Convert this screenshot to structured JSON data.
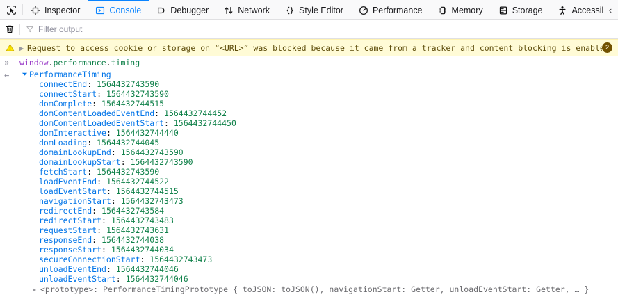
{
  "toolbar": {
    "picker_icon": "element-picker-icon",
    "tabs": [
      {
        "label": "Inspector",
        "icon": "inspector-icon",
        "selected": false
      },
      {
        "label": "Console",
        "icon": "console-icon",
        "selected": true
      },
      {
        "label": "Debugger",
        "icon": "debugger-icon",
        "selected": false
      },
      {
        "label": "Network",
        "icon": "network-icon",
        "selected": false
      },
      {
        "label": "Style Editor",
        "icon": "style-editor-icon",
        "selected": false
      },
      {
        "label": "Performance",
        "icon": "performance-icon",
        "selected": false
      },
      {
        "label": "Memory",
        "icon": "memory-icon",
        "selected": false
      },
      {
        "label": "Storage",
        "icon": "storage-icon",
        "selected": false
      },
      {
        "label": "Accessibility",
        "icon": "accessibility-icon",
        "selected": false
      }
    ],
    "overflow_glyph": "‹",
    "accent_color": "#0a84ff"
  },
  "console_toolbar": {
    "clear_icon": "trash-icon",
    "filter_icon": "filter-icon",
    "filter_placeholder": "Filter output",
    "filter_value": ""
  },
  "messages": {
    "warning": {
      "icon": "warning-triangle-icon",
      "twisty": "▶",
      "text": "Request to access cookie or storage on “<URL>” was blocked because it came from a tracker and content blocking is enabled.",
      "count": "2",
      "badge_color": "#715100",
      "background": "#fffbd6"
    },
    "input": {
      "prompt": "»",
      "expression_parts": [
        {
          "text": "window",
          "color": "#9b3ec8"
        },
        {
          "text": ".",
          "color": "#0c0c0d"
        },
        {
          "text": "performance",
          "color": "#10814a"
        },
        {
          "text": ".",
          "color": "#0c0c0d"
        },
        {
          "text": "timing",
          "color": "#10814a"
        }
      ],
      "expression": "window.performance.timing"
    },
    "result": {
      "return_glyph": "←",
      "twisty": "▾",
      "object_name": "PerformanceTiming",
      "properties": [
        {
          "name": "connectEnd",
          "value": "1564432743590"
        },
        {
          "name": "connectStart",
          "value": "1564432743590"
        },
        {
          "name": "domComplete",
          "value": "1564432744515"
        },
        {
          "name": "domContentLoadedEventEnd",
          "value": "1564432744452"
        },
        {
          "name": "domContentLoadedEventStart",
          "value": "1564432744450"
        },
        {
          "name": "domInteractive",
          "value": "1564432744440"
        },
        {
          "name": "domLoading",
          "value": "1564432744045"
        },
        {
          "name": "domainLookupEnd",
          "value": "1564432743590"
        },
        {
          "name": "domainLookupStart",
          "value": "1564432743590"
        },
        {
          "name": "fetchStart",
          "value": "1564432743590"
        },
        {
          "name": "loadEventEnd",
          "value": "1564432744522"
        },
        {
          "name": "loadEventStart",
          "value": "1564432744515"
        },
        {
          "name": "navigationStart",
          "value": "1564432743473"
        },
        {
          "name": "redirectEnd",
          "value": "1564432743584"
        },
        {
          "name": "redirectStart",
          "value": "1564432743483"
        },
        {
          "name": "requestStart",
          "value": "1564432743631"
        },
        {
          "name": "responseEnd",
          "value": "1564432744038"
        },
        {
          "name": "responseStart",
          "value": "1564432744034"
        },
        {
          "name": "secureConnectionStart",
          "value": "1564432743473"
        },
        {
          "name": "unloadEventEnd",
          "value": "1564432744046"
        },
        {
          "name": "unloadEventStart",
          "value": "1564432744046"
        }
      ],
      "prototype": {
        "twisty": "▸",
        "text": "<prototype>: PerformanceTimingPrototype { toJSON: toJSON(), navigationStart: Getter, unloadEventStart: Getter, … }"
      }
    }
  }
}
